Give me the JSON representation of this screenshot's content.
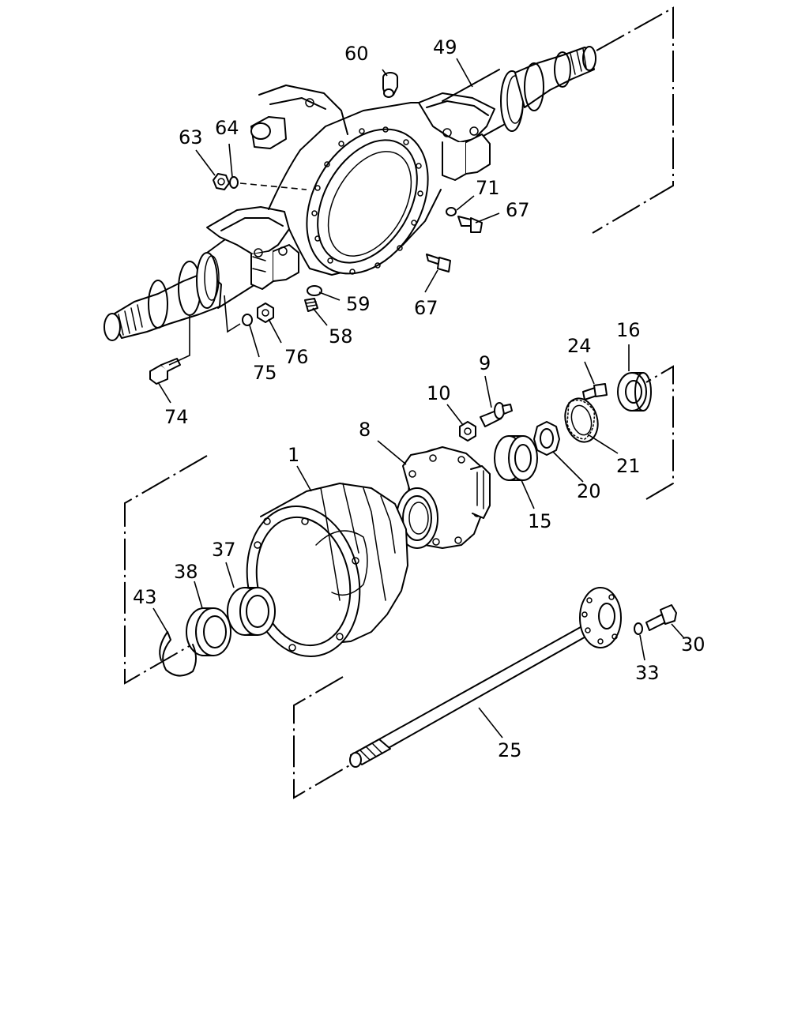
{
  "labels": {
    "p60": "60",
    "p49": "49",
    "p63": "63",
    "p64": "64",
    "p71": "71",
    "p67a": "67",
    "p59": "59",
    "p67b": "67",
    "p58": "58",
    "p76": "76",
    "p75": "75",
    "p74": "74",
    "p24": "24",
    "p16": "16",
    "p10": "10",
    "p9": "9",
    "p8": "8",
    "p21": "21",
    "p20": "20",
    "p15": "15",
    "p1": "1",
    "p37": "37",
    "p38": "38",
    "p43": "43",
    "p30": "30",
    "p33": "33",
    "p25": "25"
  }
}
